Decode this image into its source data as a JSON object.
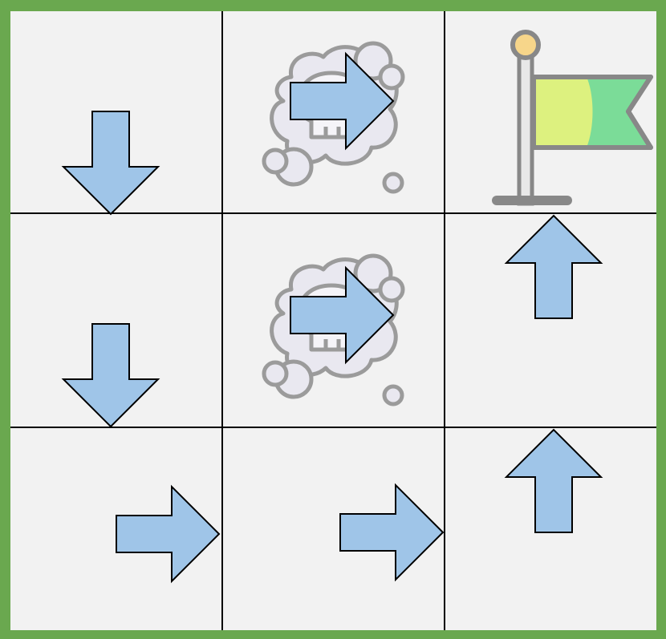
{
  "game": {
    "type": "gridworld",
    "rows": 3,
    "cols": 3,
    "colors": {
      "border": "#6aa84f",
      "cell_background": "#f2f2f2",
      "grid_line": "#000000",
      "arrow_fill": "#9fc5e8",
      "arrow_stroke": "#000000"
    },
    "cells": [
      {
        "row": 0,
        "col": 0,
        "icon": "",
        "policy": "down"
      },
      {
        "row": 0,
        "col": 1,
        "icon": "poison-skull-cloud-icon",
        "policy": "right"
      },
      {
        "row": 0,
        "col": 2,
        "icon": "goal-flag-icon",
        "policy": ""
      },
      {
        "row": 1,
        "col": 0,
        "icon": "",
        "policy": "down"
      },
      {
        "row": 1,
        "col": 1,
        "icon": "poison-skull-cloud-icon",
        "policy": "right"
      },
      {
        "row": 1,
        "col": 2,
        "icon": "",
        "policy": "up"
      },
      {
        "row": 2,
        "col": 0,
        "icon": "",
        "policy": "right"
      },
      {
        "row": 2,
        "col": 1,
        "icon": "",
        "policy": "right"
      },
      {
        "row": 2,
        "col": 2,
        "icon": "",
        "policy": "up"
      }
    ]
  }
}
